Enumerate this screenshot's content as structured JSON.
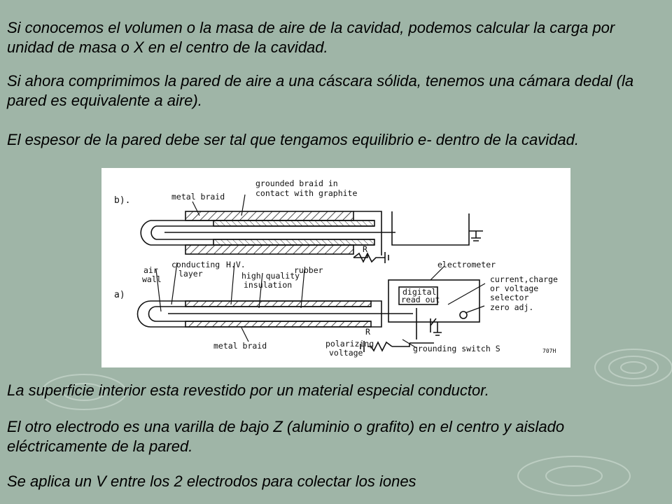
{
  "paragraphs": {
    "p1": "Si conocemos el volumen o la masa de aire de la cavidad, podemos calcular la carga por unidad de masa o X en el centro de la cavidad.",
    "p2": "Si ahora comprimimos la pared de aire a una cáscara sólida, tenemos una cámara dedal (la pared es equivalente a aire).",
    "p3": "El espesor de la pared debe ser tal que tengamos equilibrio e- dentro de la cavidad.",
    "p4": "La superficie interior esta revestido por un material especial conductor.",
    "p5": "El otro electrodo es una varilla de bajo Z (aluminio o grafito) en el centro y aislado eléctricamente de la pared.",
    "p6": "Se aplica un V entre los 2 electrodos para colectar los iones"
  },
  "figure": {
    "label_b": "b).",
    "label_a": "a)",
    "metal_braid_top": "metal braid",
    "grounded_braid_1": "grounded braid in",
    "grounded_braid_2": "contact with graphite",
    "air": "air",
    "wall": "wall",
    "conducting": "conducting",
    "layer": "layer",
    "hv": "H.V.",
    "high_quality": "high quality",
    "insulation": "insulation",
    "rubber": "rubber",
    "electrometer": "electrometer",
    "digital": "digital",
    "read_out": "read out",
    "selector_1": "current,charge",
    "selector_2": "or voltage",
    "selector_3": "selector",
    "zero_adj": "zero adj.",
    "r_top": "R",
    "r_bottom": "R",
    "metal_braid_bottom": "metal braid",
    "polarizing": "polarizing",
    "voltage": "voltage",
    "grounding_switch": "grounding switch S",
    "code": "707H"
  }
}
